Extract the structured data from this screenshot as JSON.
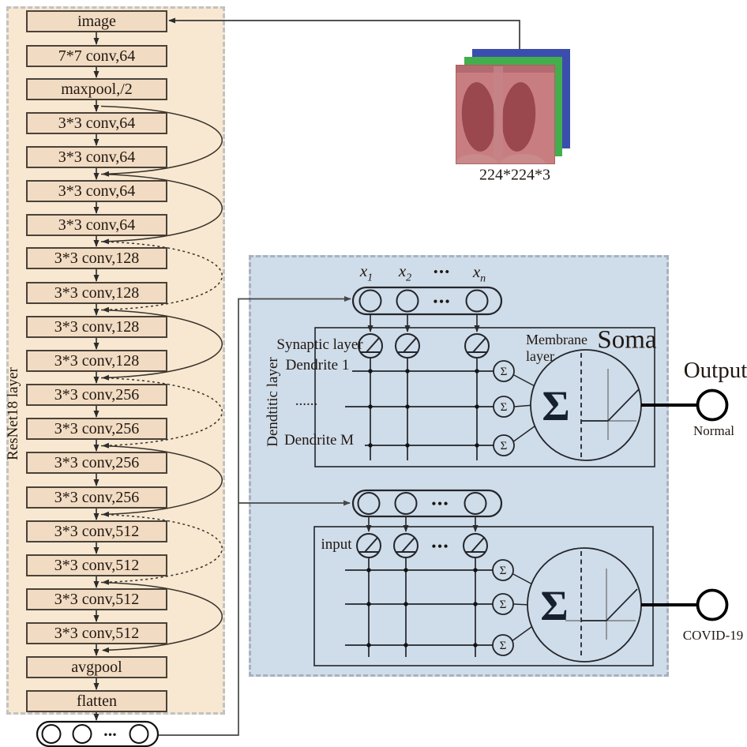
{
  "resnet": {
    "panel_label": "ResNet18 layer",
    "layers": [
      "image",
      "7*7 conv,64",
      "maxpool,/2",
      "3*3 conv,64",
      "3*3 conv,64",
      "3*3 conv,64",
      "3*3 conv,64",
      "3*3 conv,128",
      "3*3 conv,128",
      "3*3 conv,128",
      "3*3 conv,128",
      "3*3 conv,256",
      "3*3 conv,256",
      "3*3 conv,256",
      "3*3 conv,256",
      "3*3 conv,512",
      "3*3 conv,512",
      "3*3 conv,512",
      "3*3 conv,512",
      "avgpool",
      "flatten"
    ]
  },
  "input_image": {
    "size_label": "224*224*3"
  },
  "dnm": {
    "x1": {
      "base": "x",
      "sub": "1"
    },
    "x2": {
      "base": "x",
      "sub": "2"
    },
    "xn": {
      "base": "x",
      "sub": "n"
    },
    "synaptic_layer": "Synaptic layer",
    "dendritic_layer": "Dendtitic layer",
    "dendrite_1": "Dendrite 1",
    "dendrite_dots": "......",
    "dendrite_m": "Dendrite M",
    "membrane_line1": "Membrane",
    "membrane_line2": "layer",
    "soma": "Soma",
    "input_label": "input"
  },
  "output": {
    "title": "Output",
    "class_normal": "Normal",
    "class_covid": "COVID-19"
  },
  "symbols": {
    "sigma": "Σ",
    "dots": "•••"
  },
  "colors": {
    "resnet_panel_bg": "#f8e8d1",
    "resnet_box_bg": "#f1dbc2",
    "dnm_panel_bg": "#cfdce9",
    "xray_red": "#c87e81",
    "xray_green": "#43ae4c",
    "xray_blue": "#3b4eae",
    "line": "#2b2b2b"
  }
}
